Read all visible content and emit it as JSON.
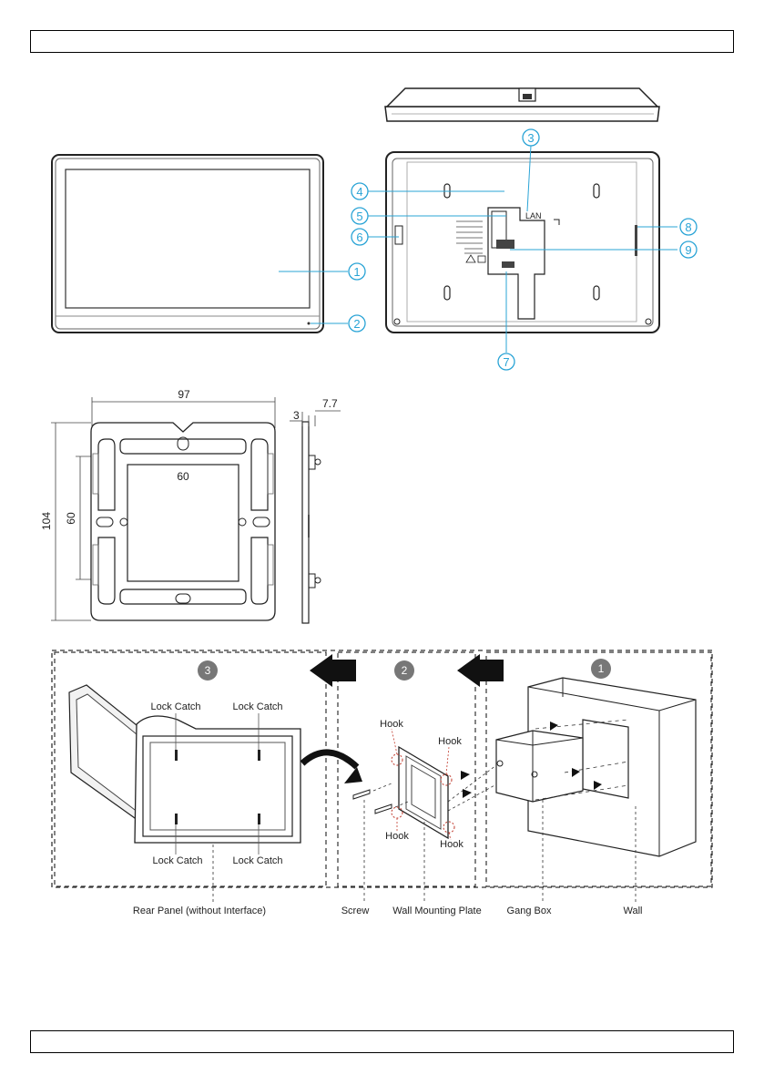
{
  "header": {
    "text": ""
  },
  "footer": {
    "text": ""
  },
  "device": {
    "callouts": [
      "1",
      "2",
      "3",
      "4",
      "5",
      "6",
      "7",
      "8",
      "9"
    ],
    "lan_label": "LAN",
    "accent_color": "#2aa4d6"
  },
  "plate_drawing": {
    "width": "97",
    "height": "104",
    "inner_width": "60",
    "inner_height": "60",
    "depth": "7.7",
    "offset": "3"
  },
  "installation": {
    "steps": [
      "3",
      "2",
      "1"
    ],
    "lock_catch": "Lock Catch",
    "hook": "Hook",
    "labels": {
      "rear_panel": "Rear Panel (without Interface)",
      "screw": "Screw",
      "plate": "Wall Mounting Plate",
      "gang_box": "Gang Box",
      "wall": "Wall"
    }
  }
}
